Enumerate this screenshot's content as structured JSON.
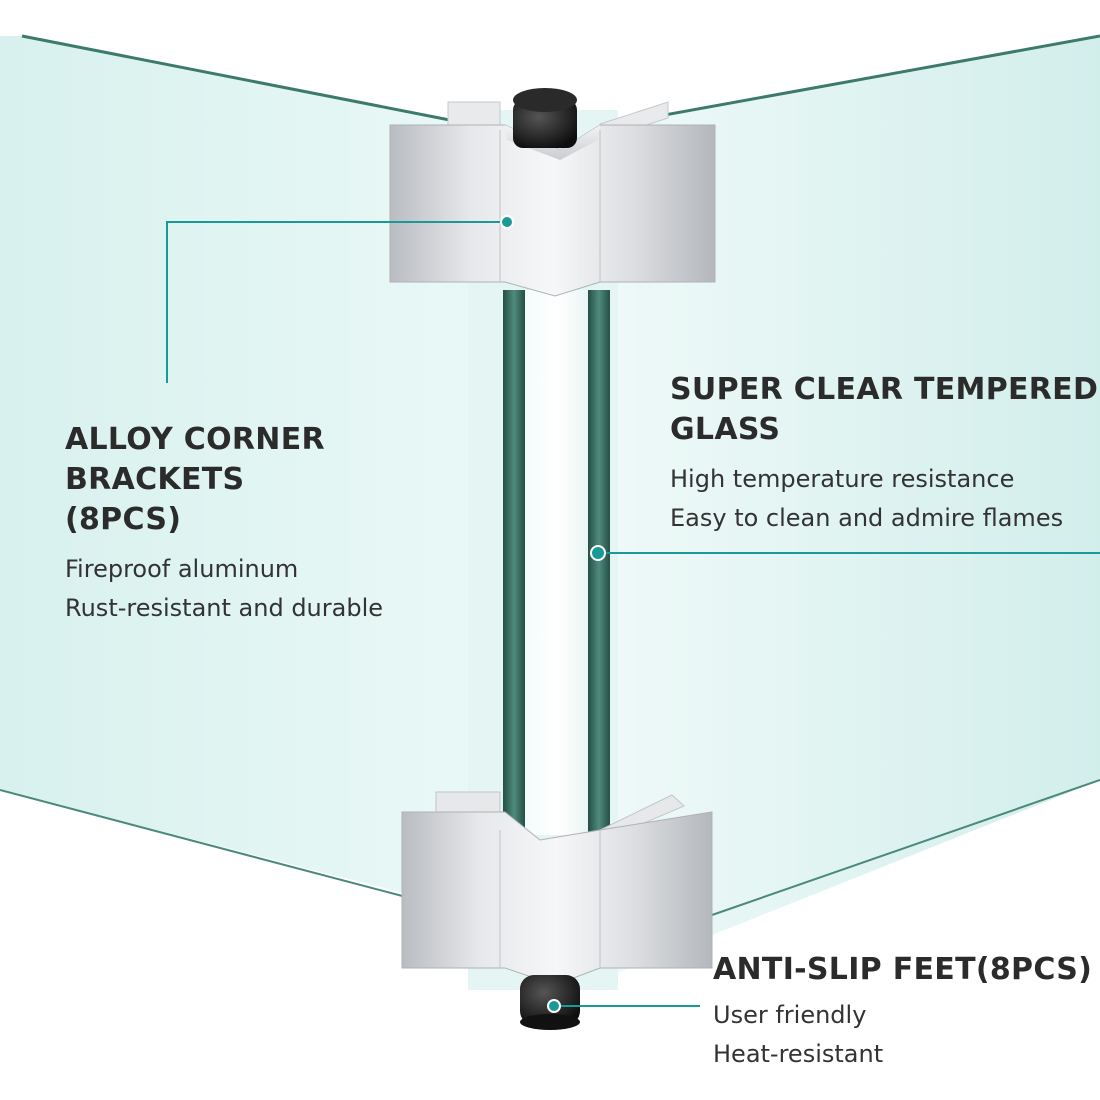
{
  "callouts": {
    "brackets": {
      "title_line1": "ALLOY CORNER BRACKETS",
      "title_line2": "(8PCS)",
      "desc_line1": "Fireproof aluminum",
      "desc_line2": "Rust-resistant and durable"
    },
    "glass": {
      "title_line1": "SUPER CLEAR TEMPERED",
      "title_line2": "GLASS",
      "desc_line1": "High temperature resistance",
      "desc_line2": "Easy to clean and admire flames"
    },
    "feet": {
      "title_line1": "ANTI-SLIP FEET(8PCS)",
      "desc_line1": "User friendly",
      "desc_line2": "Heat-resistant"
    }
  },
  "colors": {
    "accent": "#1a9a96",
    "glass_tint": "#dff5f2",
    "glass_edge": "#2f6b5e",
    "bracket": "#d6d8dc",
    "foot": "#1a1a1a",
    "text": "#2b2b2b"
  }
}
